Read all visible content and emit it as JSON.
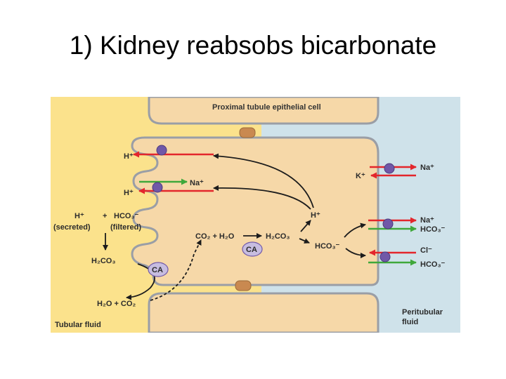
{
  "title": "1) Kidney reabsobs bicarbonate",
  "colors": {
    "tubular_fluid": "#fbe28c",
    "cell": "#f6d8a8",
    "peritubular": "#cfe2ea",
    "membrane": "#9a9ea6",
    "junction": "#c98950",
    "transporter": "#7058a8",
    "arrow_red": "#e3262c",
    "arrow_green": "#3fa83b",
    "arrow_black": "#1c1c1c",
    "enzyme": "#c7bde0"
  },
  "labels": {
    "cell_title": "Proximal tubule epithelial cell",
    "tubular_fluid": "Tubular fluid",
    "peritubular_line1": "Peritubular",
    "peritubular_line2": "fluid",
    "apical_h_top": "H⁺",
    "apical_h_mid": "H⁺",
    "apical_na": "Na⁺",
    "lumen_h": "H⁺",
    "lumen_plus": "+",
    "lumen_hco3": "HCO₃⁻",
    "secreted": "(secreted)",
    "filtered": "(filtered)",
    "lumen_h2co3": "H₂CO₃",
    "lumen_ca": "CA",
    "lumen_products": "H₂O + CO₂",
    "cell_co2_h2o": "CO₂ + H₂O",
    "cell_h2co3": "H₂CO₃",
    "cell_ca": "CA",
    "cell_h": "H⁺",
    "cell_hco3": "HCO₃⁻",
    "baso_k": "K⁺",
    "baso_na_top": "Na⁺",
    "baso_na_mid": "Na⁺",
    "baso_hco3_mid": "HCO₃⁻",
    "baso_cl": "Cl⁻",
    "baso_hco3_bot": "HCO₃⁻"
  }
}
